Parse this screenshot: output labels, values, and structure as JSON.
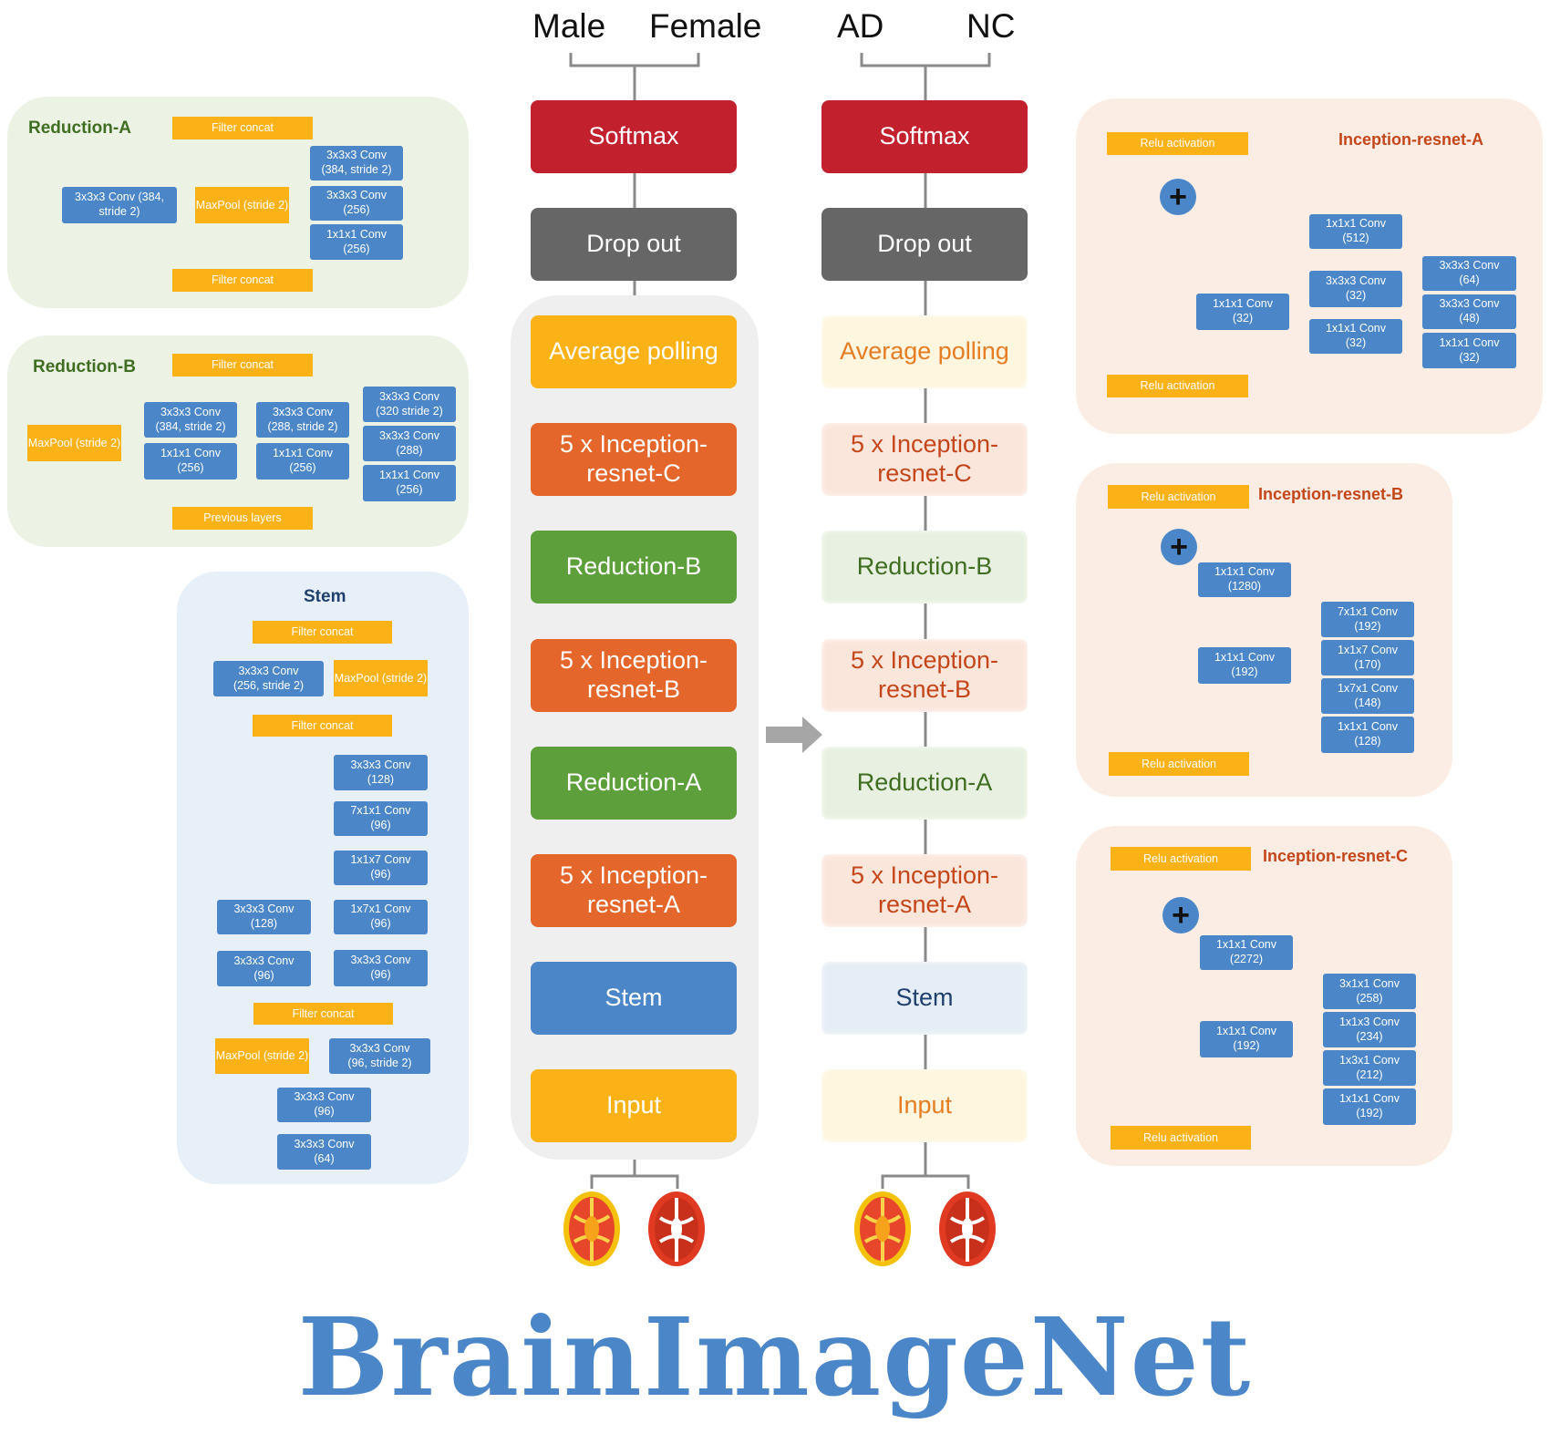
{
  "outputs": {
    "left": [
      "Male",
      "Female"
    ],
    "right": [
      "AD",
      "NC"
    ]
  },
  "main_column": {
    "softmax": "Softmax",
    "dropout": "Drop out",
    "pooling": "Average polling",
    "irc": "5 x Inception-\nresnet-C",
    "redb": "Reduction-B",
    "irb": "5 x Inception-\nresnet-B",
    "reda": "Reduction-A",
    "ira": "5 x Inception-\nresnet-A",
    "stem": "Stem",
    "input": "Input"
  },
  "reduction_a": {
    "title": "Reduction-A",
    "filter_concat_top": "Filter concat",
    "filter_concat_bottom": "Filter concat",
    "conv384": "3x3x3 Conv (384,\nstride 2)",
    "maxpool": "MaxPool\n(stride 2)",
    "conv384s2": "3x3x3 Conv\n(384, stride 2)",
    "conv256a": "3x3x3 Conv\n(256)",
    "conv1x1": "1x1x1 Conv\n(256)"
  },
  "reduction_b": {
    "title": "Reduction-B",
    "filter_concat": "Filter concat",
    "previous_layers": "Previous layers",
    "maxpool": "MaxPool\n(stride 2)",
    "c384s2": "3x3x3 Conv\n(384, stride 2)",
    "c1x1a": "1x1x1 Conv\n(256)",
    "c288s2": "3x3x3 Conv\n(288, stride 2)",
    "c1x1b": "1x1x1 Conv\n(256)",
    "c320s2": "3x3x3 Conv\n(320 stride 2)",
    "c288": "3x3x3 Conv\n(288)",
    "c1x1c": "1x1x1 Conv\n(256)"
  },
  "stem": {
    "title": "Stem",
    "concat1": "Filter concat",
    "c256s2": "3x3x3 Conv\n(256, stride 2)",
    "maxpool1": "MaxPool\n(stride 2)",
    "concat2": "Filter concat",
    "c128r": "3x3x3 Conv\n(128)",
    "c7x1": "7x1x1 Conv\n(96)",
    "c1x7": "1x1x7 Conv\n(96)",
    "c1x7x1": "1x7x1 Conv\n(96)",
    "c128l": "3x3x3 Conv\n(128)",
    "c96l": "3x3x3 Conv\n(96)",
    "c96r": "3x3x3 Conv\n(96)",
    "concat3": "Filter concat",
    "maxpool2": "MaxPool\n(stride 2)",
    "c96s2": "3x3x3 Conv\n(96, stride 2)",
    "c96": "3x3x3 Conv\n(96)",
    "c64": "3x3x3 Conv\n(64)"
  },
  "inception_a": {
    "title": "Inception-resnet-A",
    "relu_top": "Relu activation",
    "relu_bottom": "Relu activation",
    "c512": "1x1x1 Conv\n(512)",
    "c32a": "1x1x1 Conv\n(32)",
    "c33_32": "3x3x3 Conv\n(32)",
    "c32b": "1x1x1 Conv\n(32)",
    "c64": "3x3x3 Conv\n(64)",
    "c48": "3x3x3 Conv\n(48)",
    "c32c": "1x1x1 Conv\n(32)"
  },
  "inception_b": {
    "title": "Inception-resnet-B",
    "relu_top": "Relu activation",
    "relu_bottom": "Relu activation",
    "c1280": "1x1x1 Conv\n(1280)",
    "c192": "1x1x1 Conv\n(192)",
    "c7x1": "7x1x1 Conv\n(192)",
    "c1x7": "1x1x7 Conv\n(170)",
    "c1x7x1": "1x7x1 Conv\n(148)",
    "c128": "1x1x1 Conv\n(128)"
  },
  "inception_c": {
    "title": "Inception-resnet-C",
    "relu_top": "Relu activation",
    "relu_bottom": "Relu activation",
    "c2272": "1x1x1 Conv\n(2272)",
    "c192a": "1x1x1 Conv\n(192)",
    "c3x1": "3x1x1 Conv\n(258)",
    "c1x3": "1x1x3 Conv\n(234)",
    "c1x3x1": "1x3x1 Conv\n(212)",
    "c192b": "1x1x1 Conv\n(192)"
  },
  "plus_symbol": "+",
  "wordmark": "BrainImageNet",
  "colors": {
    "red": "#c2202d",
    "gray": "#666666",
    "yellow": "#fbb216",
    "orange": "#e5662a",
    "green": "#5d9f3a",
    "blue": "#4a86c8"
  }
}
